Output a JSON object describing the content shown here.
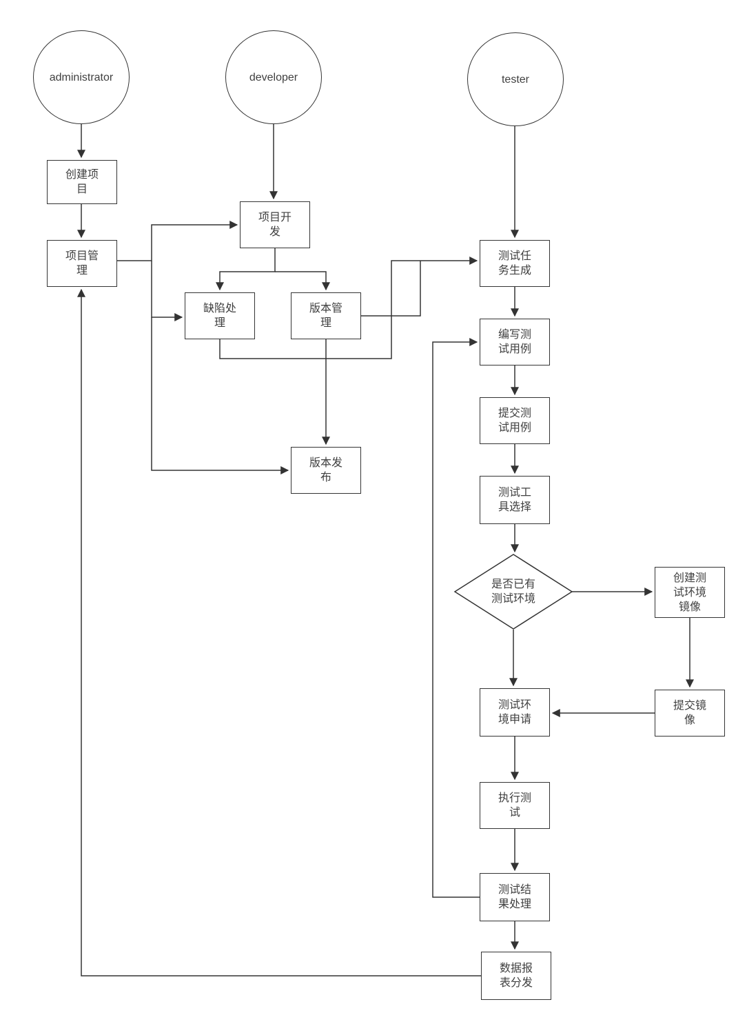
{
  "actors": {
    "administrator": {
      "label": "administrator"
    },
    "developer": {
      "label": "developer"
    },
    "tester": {
      "label": "tester"
    }
  },
  "nodes": {
    "create_project": {
      "label": "创建项目"
    },
    "project_management": {
      "label": "项目管理"
    },
    "project_development": {
      "label": "项目开发"
    },
    "defect_handling": {
      "label": "缺陷处理"
    },
    "version_management": {
      "label": "版本管理"
    },
    "version_release": {
      "label": "版本发布"
    },
    "test_task_generation": {
      "label": "测试任务生成"
    },
    "write_test_cases": {
      "label": "编写测试用例"
    },
    "submit_test_cases": {
      "label": "提交测试用例"
    },
    "test_tool_selection": {
      "label": "测试工具选择"
    },
    "create_test_env_image": {
      "label": "创建测试环境镜像"
    },
    "test_env_application": {
      "label": "测试环境申请"
    },
    "submit_image": {
      "label": "提交镜像"
    },
    "execute_test": {
      "label": "执行测试"
    },
    "test_result_processing": {
      "label": "测试结果处理"
    },
    "data_report_distribution": {
      "label": "数据报表分发"
    }
  },
  "decisions": {
    "has_test_env": {
      "label": "是否已有测试环境"
    }
  },
  "colors": {
    "line": "#333333",
    "node_border": "#333333",
    "node_bg": "#ffffff",
    "text": "#3f3f3f",
    "background": "#ffffff"
  }
}
